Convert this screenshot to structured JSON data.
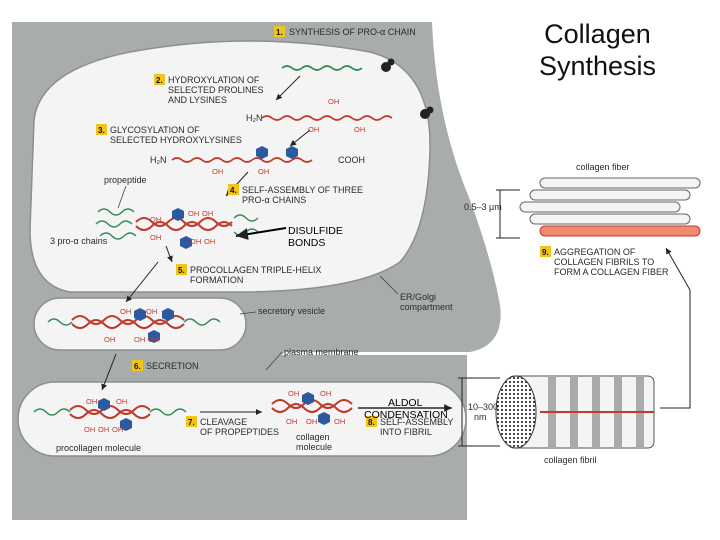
{
  "title": {
    "line1": "Collagen",
    "line2": "Synthesis"
  },
  "steps": [
    {
      "num": "1.",
      "lines": [
        "SYNTHESIS OF PRO-α CHAIN"
      ]
    },
    {
      "num": "2.",
      "lines": [
        "HYDROXYLATION OF",
        "SELECTED PROLINES",
        "AND LYSINES"
      ]
    },
    {
      "num": "3.",
      "lines": [
        "GLYCOSYLATION OF",
        "SELECTED HYDROXYLYSINES"
      ]
    },
    {
      "num": "4.",
      "lines": [
        "SELF-ASSEMBLY OF THREE",
        "PRO-α CHAINS"
      ]
    },
    {
      "num": "5.",
      "lines": [
        "PROCOLLAGEN TRIPLE-HELIX",
        "FORMATION"
      ]
    },
    {
      "num": "6.",
      "lines": [
        "SECRETION"
      ]
    },
    {
      "num": "7.",
      "lines": [
        "CLEAVAGE",
        "OF PROPEPTIDES"
      ]
    },
    {
      "num": "8.",
      "lines": [
        "SELF-ASSEMBLY",
        "INTO FIBRIL"
      ]
    },
    {
      "num": "9.",
      "lines": [
        "AGGREGATION OF",
        "COLLAGEN FIBRILS TO",
        "FORM A COLLAGEN FIBER"
      ]
    }
  ],
  "labels": {
    "h2n": "H₂N",
    "cooh": "COOH",
    "oh": "OH",
    "propeptide": "propeptide",
    "three_chains": "3 pro-α chains",
    "secretory_vesicle": "secretory vesicle",
    "er_golgi_1": "ER/Golgi",
    "er_golgi_2": "compartment",
    "plasma_membrane": "plasma membrane",
    "procollagen_molecule": "procollagen molecule",
    "collagen_molecule_1": "collagen",
    "collagen_molecule_2": "molecule",
    "collagen_fiber": "collagen fiber",
    "fiber_size": "0.5–3 μm",
    "fibril_size_1": "10–300",
    "fibril_size_2": "nm",
    "collagen_fibril": "collagen fibril"
  },
  "annotations": {
    "disulfide_1": "DISULFIDE",
    "disulfide_2": "BONDS",
    "aldol_1": "ALDOL",
    "aldol_2": "CONDENSATION"
  },
  "colors": {
    "cell": "#a9acad",
    "compartment": "#f4f4f4",
    "chain_red": "#c0392b",
    "chain_green": "#2e8b57",
    "sugar_blue": "#2c5aa0",
    "badge": "#f0c419",
    "fibril_stripe": "#a8aaab"
  }
}
